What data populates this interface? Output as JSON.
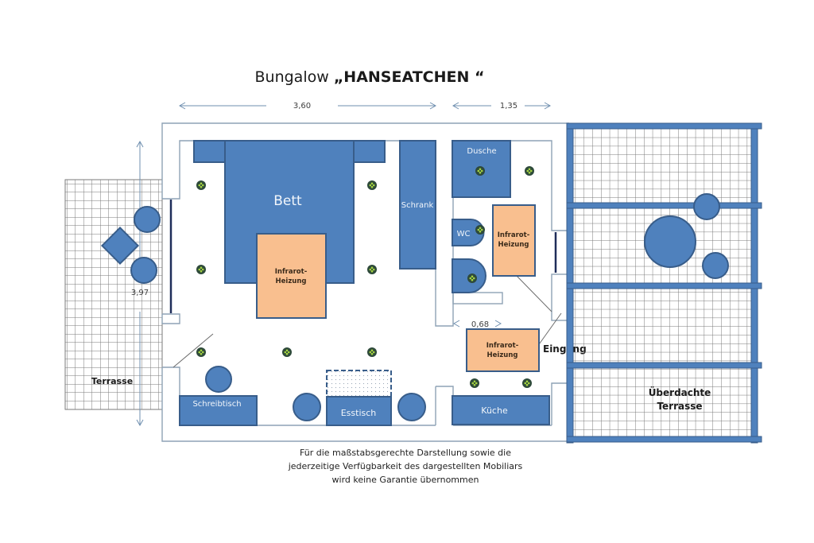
{
  "title": {
    "prefix": "Bungalow ",
    "name": "„HANSEATCHEN “"
  },
  "dimensions": {
    "width_main": "3,60",
    "width_side": "1,35",
    "depth": "3,97",
    "passage": "0,68"
  },
  "rooms": {
    "bed": "Bett",
    "wardrobe": "Schrank",
    "shower": "Dusche",
    "wc": "WC",
    "heater_label_1": "Infrarot-",
    "heater_label_2": "Heizung",
    "entrance": "Eingang",
    "desk": "Schreibtisch",
    "dining_table": "Esstisch",
    "kitchen": "Küche",
    "terrace": "Terrasse",
    "covered_terrace_1": "Überdachte",
    "covered_terrace_2": "Terrasse"
  },
  "footer": {
    "line1": "Für die maßstabsgerechte Darstellung sowie die",
    "line2": "jederzeitige Verfügbarkeit des dargestellten Mobiliars",
    "line3": "wird keine Garantie übernommen"
  },
  "colors": {
    "furniture": "#4f81bd",
    "furniture_border": "#385d8a",
    "heater": "#f9bf8f",
    "wall": "#8ea2b5",
    "grid": "#808080",
    "light_fixture": "#2e4a3a",
    "light_dots": "#9acd32"
  }
}
